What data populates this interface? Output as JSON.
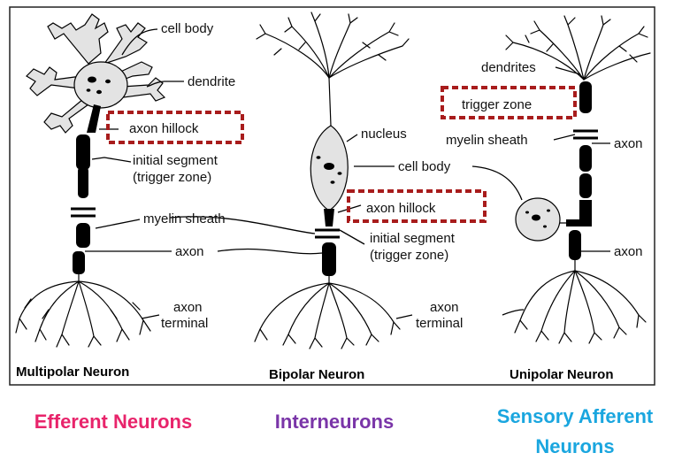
{
  "labels": {
    "cell_body": "cell body",
    "dendrite": "dendrite",
    "axon_hillock_left": "axon hillock",
    "initial_segment_left": "initial segment",
    "trigger_zone_left": "(trigger zone)",
    "myelin_sheath_mid": "myelin sheath",
    "axon_mid": "axon",
    "axon_terminal_left_1": "axon",
    "axon_terminal_left_2": "terminal",
    "nucleus": "nucleus",
    "cell_body_mid": "cell body",
    "axon_hillock_mid": "axon hillock",
    "initial_segment_mid": "initial segment",
    "trigger_zone_mid": "(trigger zone)",
    "axon_terminal_mid_1": "axon",
    "axon_terminal_mid_2": "terminal",
    "dendrites": "dendrites",
    "trigger_zone_right": "trigger zone",
    "myelin_sheath_right": "myelin sheath",
    "axon_right_top": "axon",
    "axon_right_bottom": "axon"
  },
  "titles": {
    "multipolar": "Multipolar Neuron",
    "bipolar": "Bipolar Neuron",
    "unipolar": "Unipolar Neuron"
  },
  "captions": {
    "efferent": "Efferent Neurons",
    "inter": "Interneurons",
    "sensory_line1": "Sensory Afferent",
    "sensory_line2": "Neurons"
  },
  "colors": {
    "highlight_box": "#a81c1c",
    "efferent": "#e8246b",
    "inter": "#7a35a8",
    "sensory": "#1aa6df"
  }
}
